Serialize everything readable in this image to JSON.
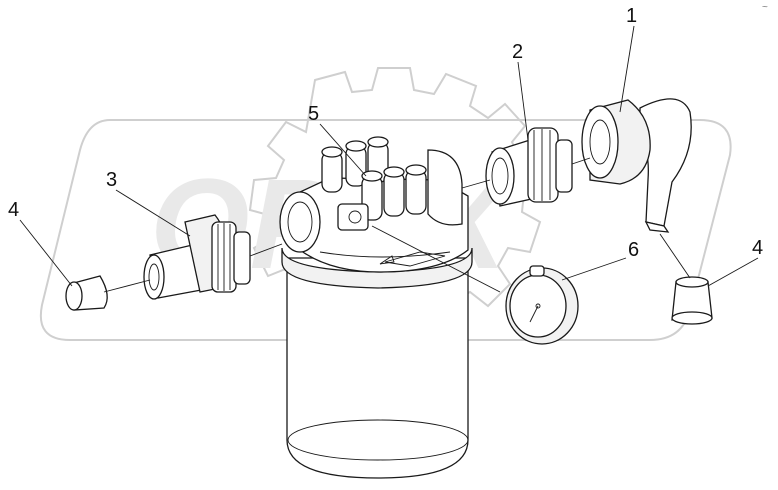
{
  "callouts": [
    {
      "id": "1",
      "text": "1"
    },
    {
      "id": "2",
      "text": "2"
    },
    {
      "id": "3",
      "text": "3"
    },
    {
      "id": "4a",
      "text": "4"
    },
    {
      "id": "4b",
      "text": "4"
    },
    {
      "id": "5",
      "text": "5"
    },
    {
      "id": "6",
      "text": "6"
    }
  ],
  "watermark": {
    "text": "OPEX"
  },
  "corner_mark": {
    "text": "~"
  },
  "colors": {
    "line": "#1a1a1a",
    "watermark": "#cfcfcf",
    "background": "#ffffff"
  }
}
